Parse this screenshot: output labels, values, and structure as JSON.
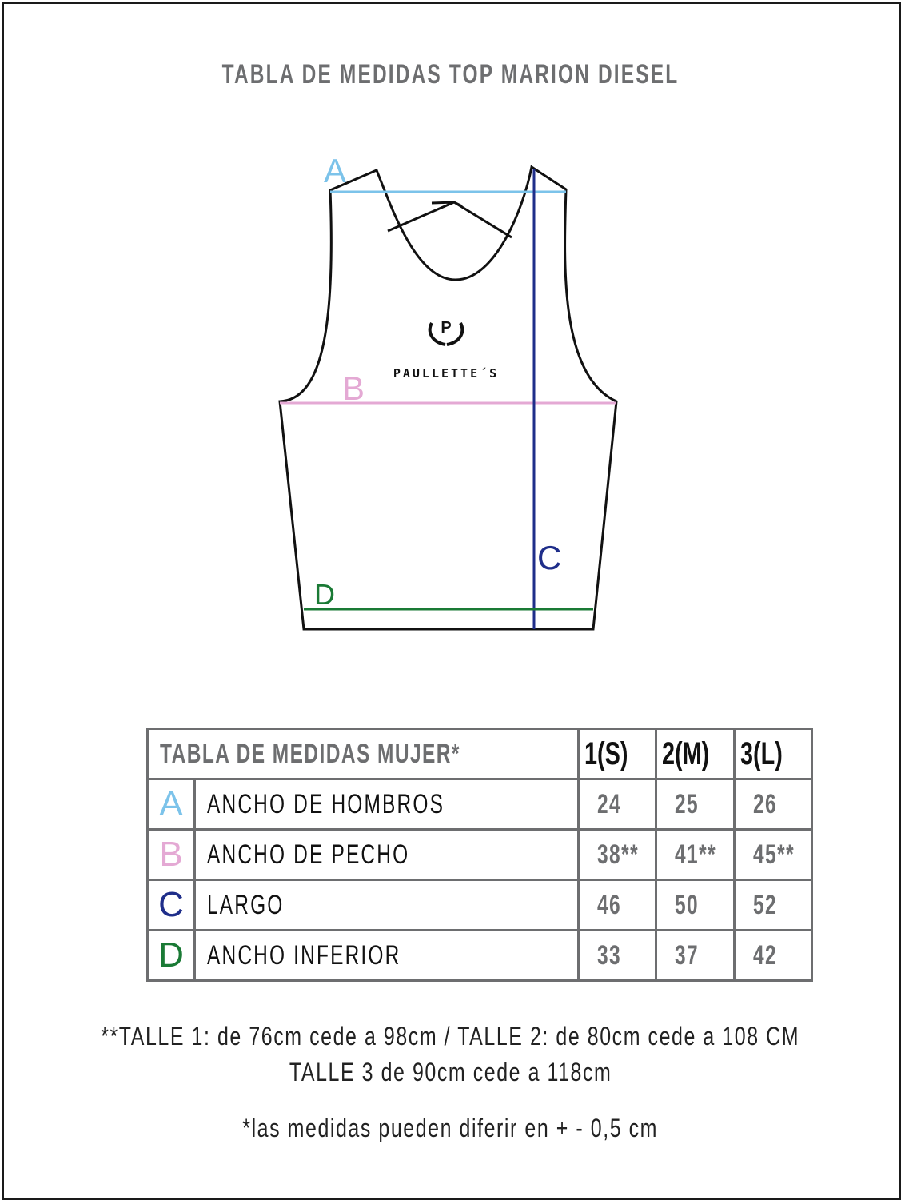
{
  "title": "TABLA DE MEDIDAS TOP MARION DIESEL",
  "brand": {
    "name": "PAULLETTE´S",
    "monogram": "P"
  },
  "diagram_labels": {
    "A": "A",
    "B": "B",
    "C": "C",
    "D": "D"
  },
  "colors": {
    "A": "#7cc3ea",
    "B": "#e4a9d4",
    "C": "#1f2e8a",
    "D": "#1a7a35",
    "grey": "#6d6e70"
  },
  "table": {
    "header": "TABLA DE MEDIDAS MUJER*",
    "sizes": [
      "1(S)",
      "2(M)",
      "3(L)"
    ],
    "rows": [
      {
        "letter": "A",
        "label": "ANCHO DE HOMBROS",
        "values": [
          "24",
          "25",
          "26"
        ]
      },
      {
        "letter": "B",
        "label": "ANCHO DE PECHO",
        "values": [
          "38**",
          "41**",
          "45**"
        ]
      },
      {
        "letter": "C",
        "label": "LARGO",
        "values": [
          "46",
          "50",
          "52"
        ]
      },
      {
        "letter": "D",
        "label": "ANCHO INFERIOR",
        "values": [
          "33",
          "37",
          "42"
        ]
      }
    ]
  },
  "notes": {
    "line1": "**TALLE 1: de 76cm cede a 98cm / TALLE 2: de 80cm cede a 108 CM",
    "line2": "TALLE 3 de 90cm cede a 118cm",
    "line3": "*las medidas pueden diferir en + - 0,5 cm"
  }
}
